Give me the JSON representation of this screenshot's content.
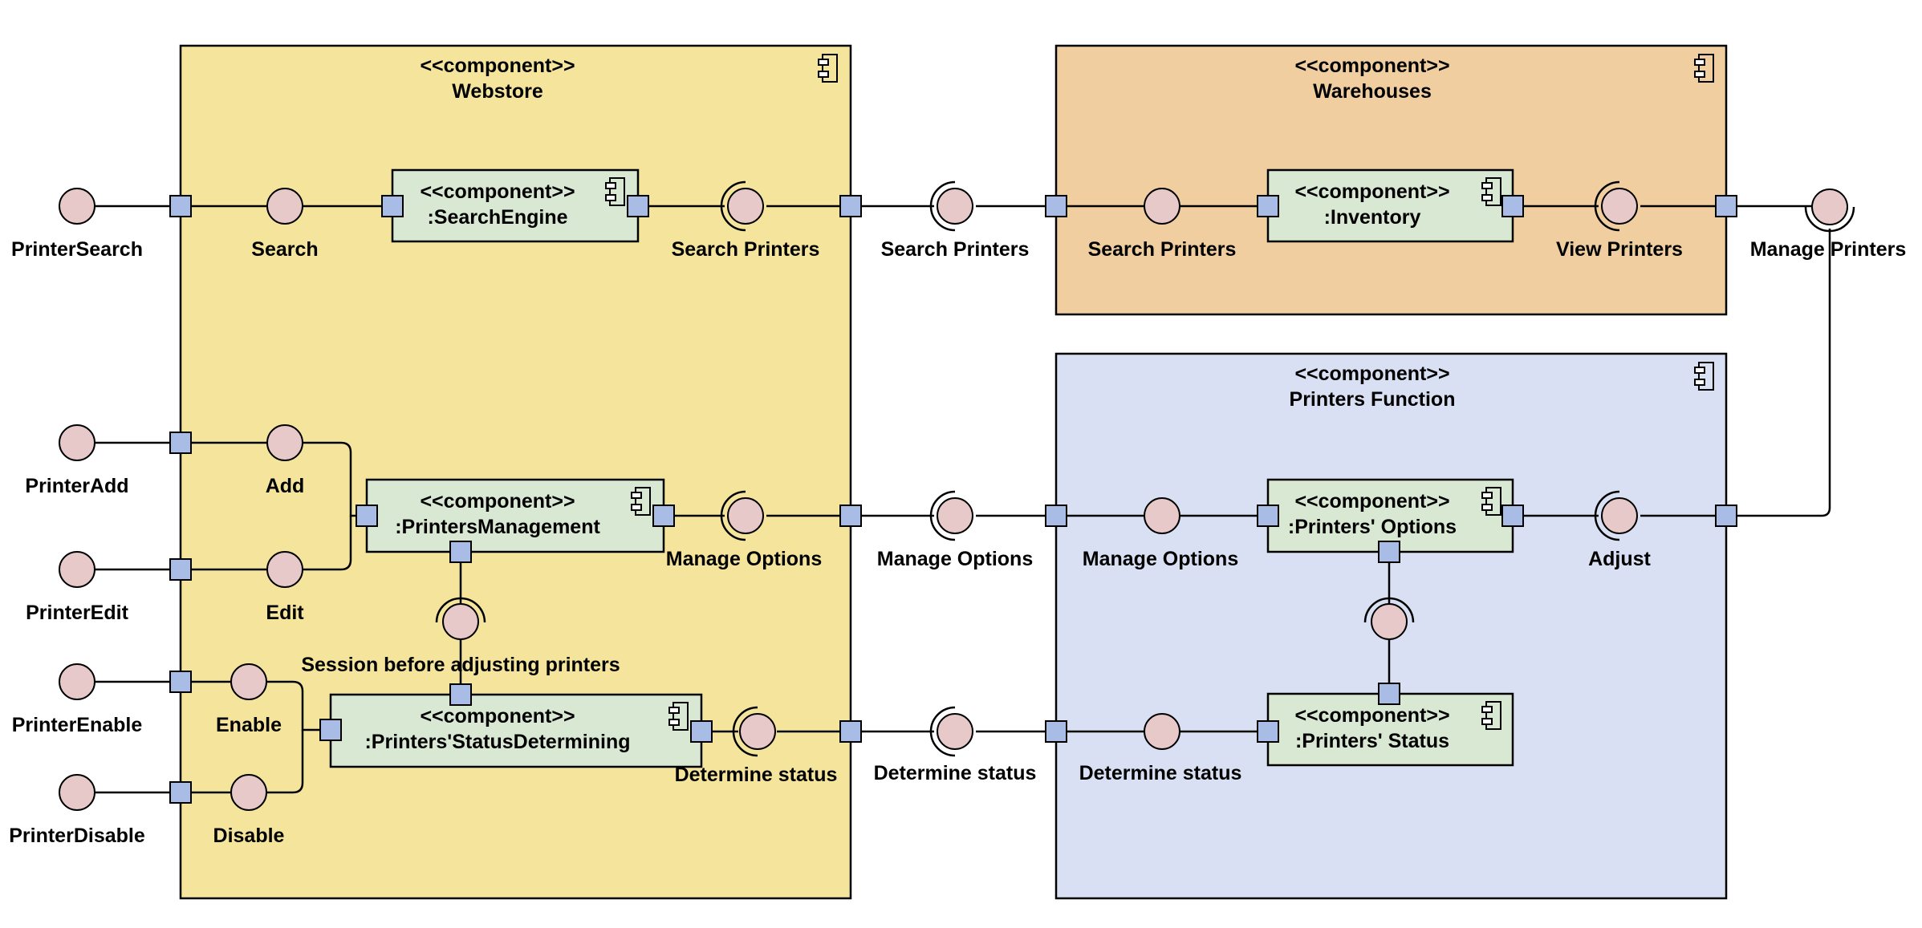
{
  "colors": {
    "webstore": "#f5e49b",
    "warehouses": "#f0cea0",
    "printers_function": "#d9e0f3",
    "inner_component": "#d9e8d3",
    "port": "#a9bce6",
    "interface": "#e8c9c9"
  },
  "icons": [
    "component-icon"
  ],
  "containers": {
    "webstore": {
      "stereotype": "<<component>>",
      "name": "Webstore"
    },
    "warehouses": {
      "stereotype": "<<component>>",
      "name": "Warehouses"
    },
    "printers_function": {
      "stereotype": "<<component>>",
      "name": "Printers Function"
    }
  },
  "components": {
    "search_engine": {
      "stereotype": "<<component>>",
      "name": ":SearchEngine"
    },
    "printers_management": {
      "stereotype": "<<component>>",
      "name": ":PrintersManagement"
    },
    "status_determining": {
      "stereotype": "<<component>>",
      "name": ":Printers'StatusDetermining"
    },
    "inventory": {
      "stereotype": "<<component>>",
      "name": ":Inventory"
    },
    "printers_options": {
      "stereotype": "<<component>>",
      "name": ":Printers' Options"
    },
    "printers_status": {
      "stereotype": "<<component>>",
      "name": ":Printers' Status"
    }
  },
  "interfaces": {
    "printer_search": "PrinterSearch",
    "search": "Search",
    "search_printers_req": "Search Printers",
    "search_printers_link": "Search Printers",
    "search_printers_wh": "Search Printers",
    "view_printers": "View Printers",
    "manage_printers": "Manage Printers",
    "printer_add": "PrinterAdd",
    "add": "Add",
    "printer_edit": "PrinterEdit",
    "edit": "Edit",
    "manage_options_req": "Manage Options",
    "manage_options_link": "Manage Options",
    "manage_options_pf": "Manage Options",
    "adjust": "Adjust",
    "session": "Session before adjusting printers",
    "printer_enable": "PrinterEnable",
    "enable": "Enable",
    "printer_disable": "PrinterDisable",
    "disable": "Disable",
    "determine_status_req": "Determine status",
    "determine_status_link": "Determine status",
    "determine_status_pf": "Determine status"
  }
}
